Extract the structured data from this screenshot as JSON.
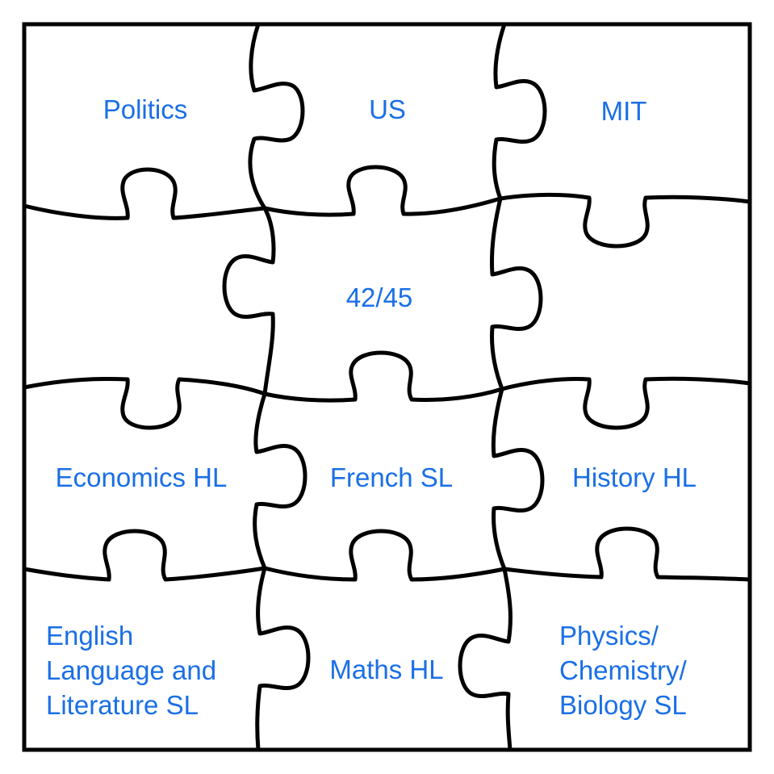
{
  "accent_color": "#1a6fe6",
  "line_color": "#000000",
  "pieces": {
    "politics": "Politics",
    "us": "US",
    "mit": "MIT",
    "score": "42/45",
    "economics": "Economics HL",
    "french": "French SL",
    "history": "History HL",
    "english": [
      "English",
      "Language and",
      "Literature SL"
    ],
    "maths": "Maths HL",
    "sciences": [
      "Physics/",
      "Chemistry/",
      "Biology SL"
    ]
  }
}
